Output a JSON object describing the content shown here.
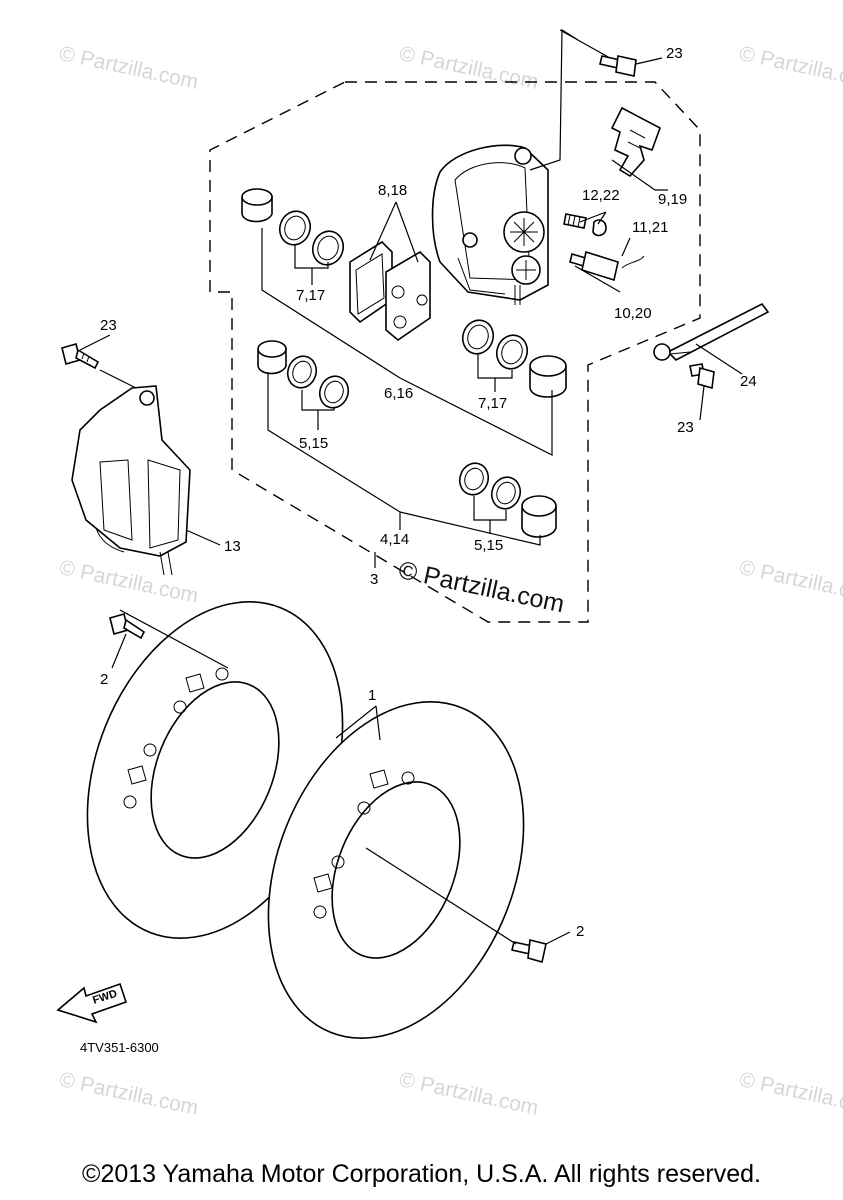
{
  "diagram": {
    "callouts": {
      "c23_top": "23",
      "c23_left": "23",
      "c23_right": "23",
      "c8_18": "8,18",
      "c12_22": "12,22",
      "c9_19": "9,19",
      "c11_21": "11,21",
      "c10_20": "10,20",
      "c7_17_a": "7,17",
      "c7_17_b": "7,17",
      "c6_16": "6,16",
      "c5_15_a": "5,15",
      "c5_15_b": "5,15",
      "c4_14": "4,14",
      "c3": "3",
      "c24": "24",
      "c13": "13",
      "c2_left": "2",
      "c2_right": "2",
      "c1": "1"
    },
    "fwd_label": "FWD",
    "diagram_code": "4TV351-6300"
  },
  "watermark": {
    "text": "© Partzilla.com",
    "main_text": "© Partzilla.com"
  },
  "footer": {
    "copyright": "©2013 Yamaha Motor Corporation, U.S.A. All rights reserved."
  }
}
